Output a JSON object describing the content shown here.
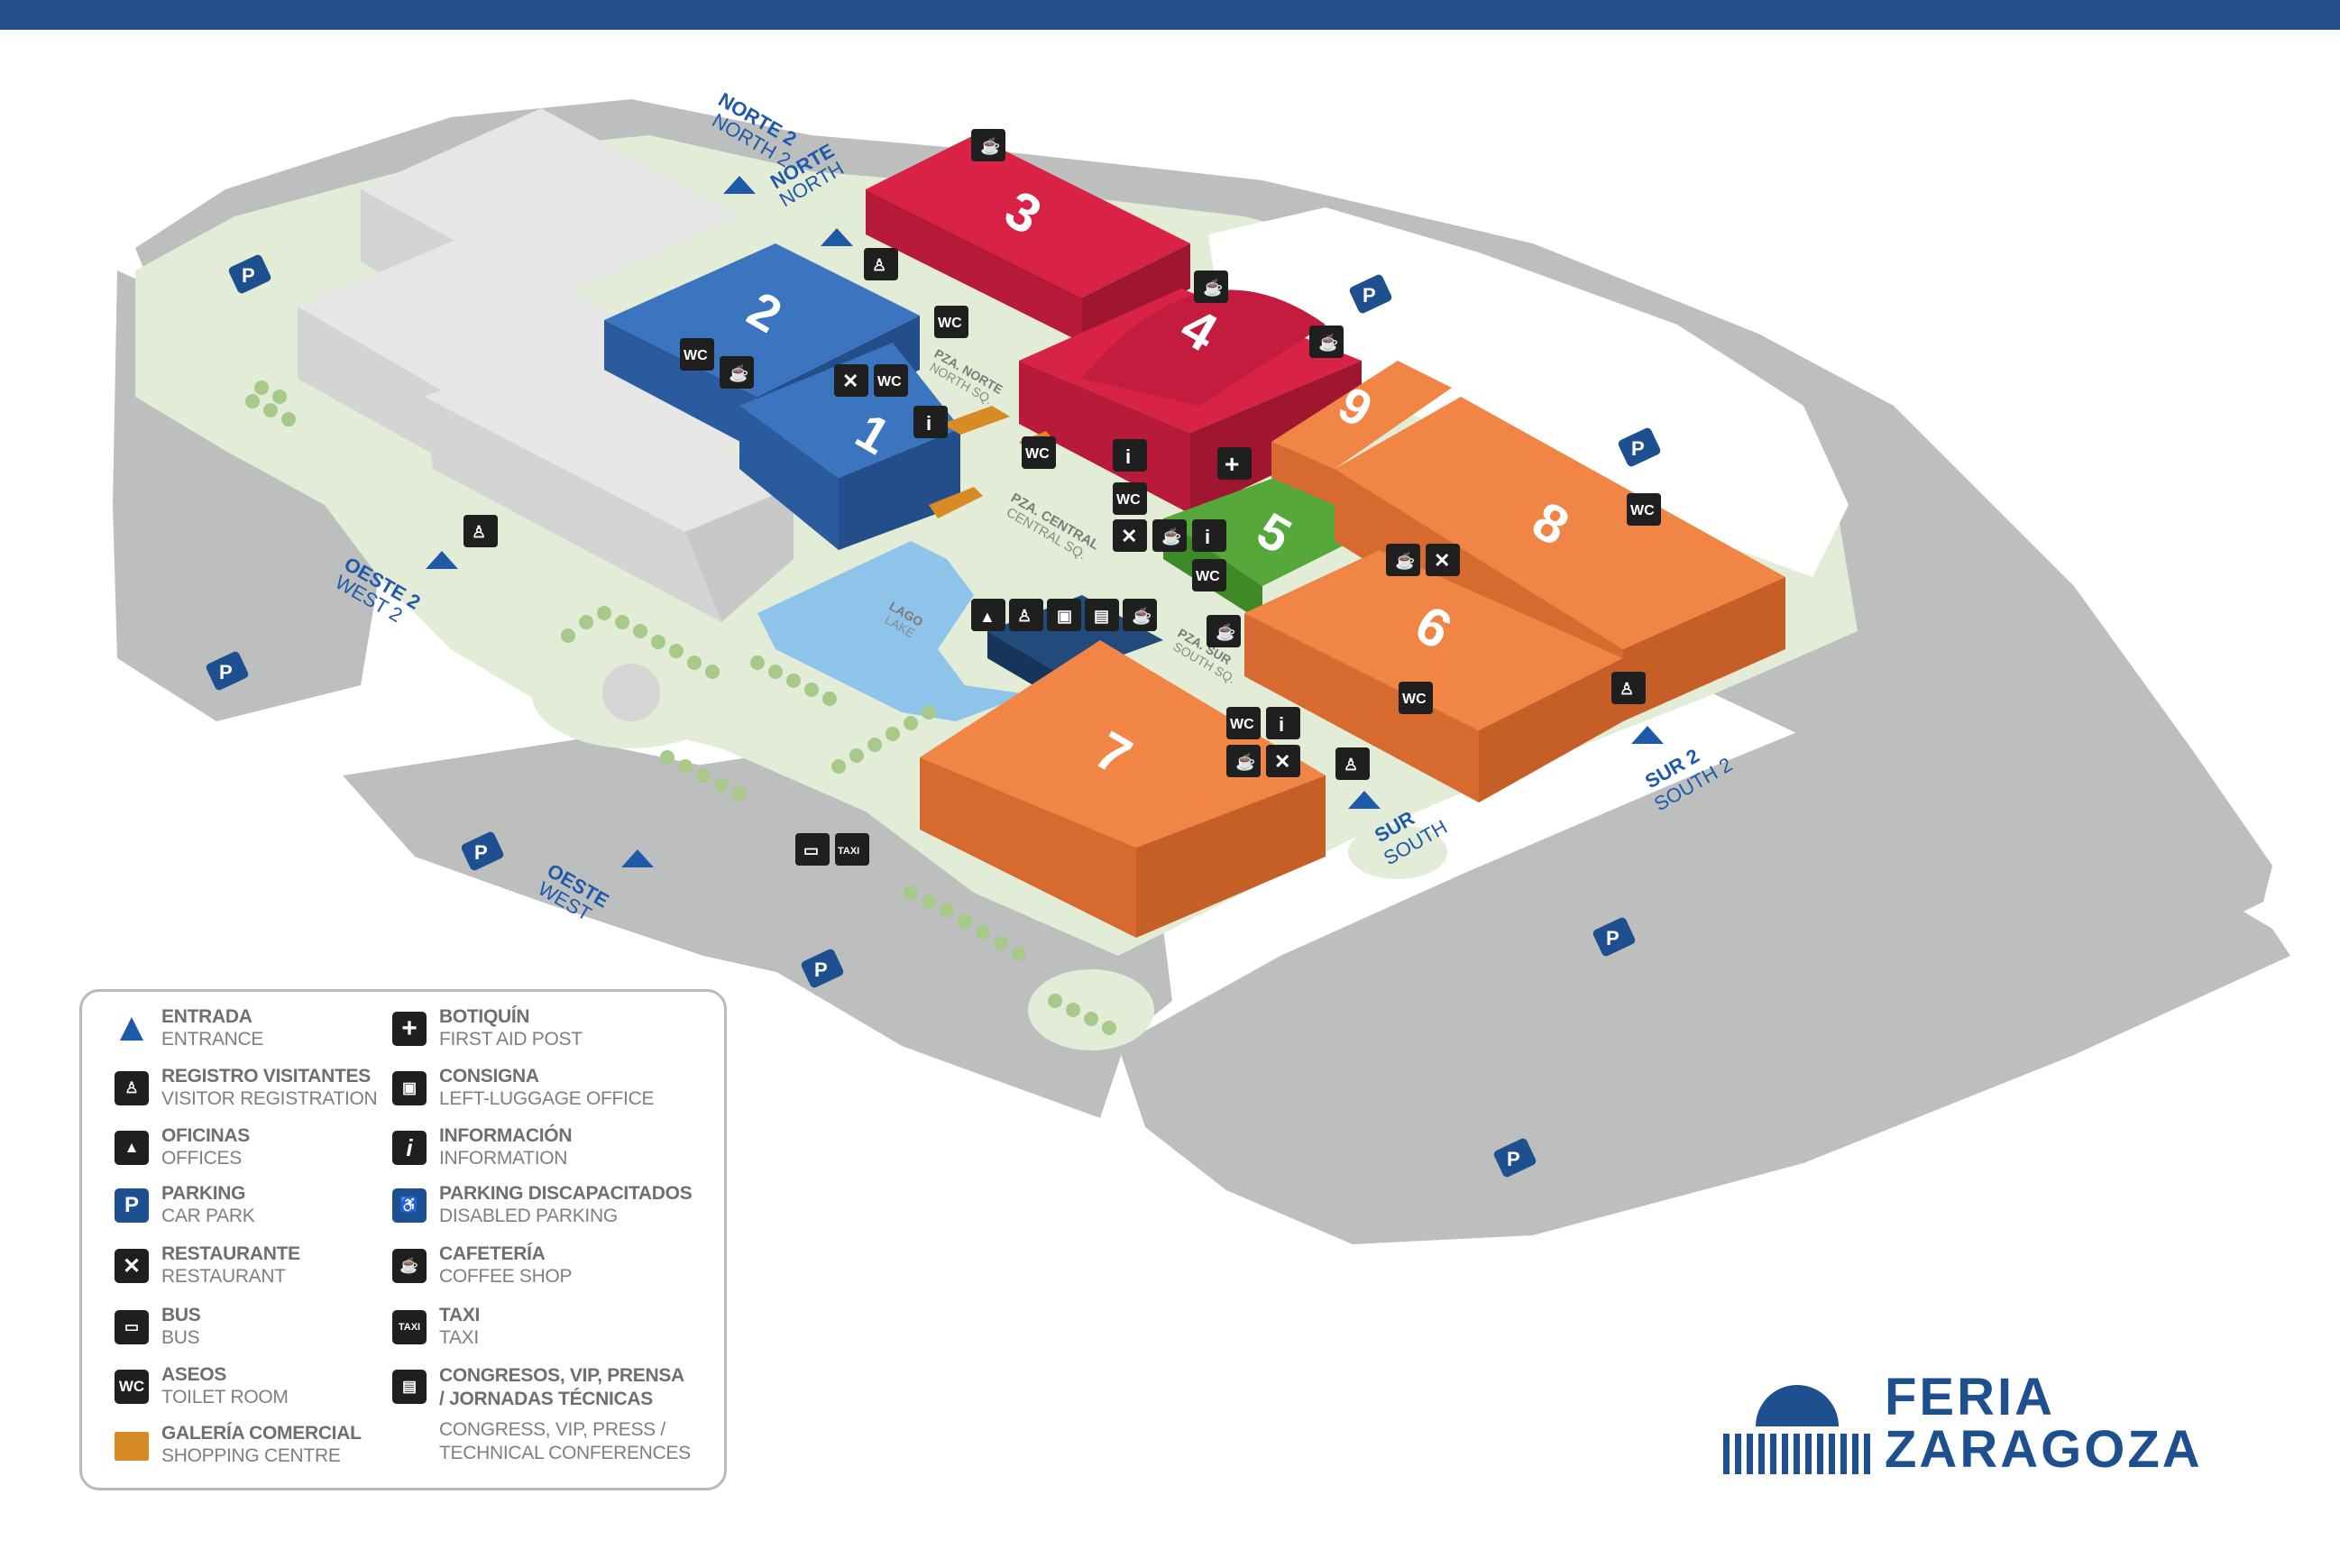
{
  "entrances": {
    "norte2": {
      "es": "NORTE 2",
      "en": "NORTH 2"
    },
    "norte": {
      "es": "NORTE",
      "en": "NORTH"
    },
    "oeste2": {
      "es": "OESTE 2",
      "en": "WEST 2"
    },
    "oeste": {
      "es": "OESTE",
      "en": "WEST"
    },
    "sur": {
      "es": "SUR",
      "en": "SOUTH"
    },
    "sur2": {
      "es": "SUR 2",
      "en": "SOUTH 2"
    }
  },
  "halls": [
    "1",
    "2",
    "3",
    "4",
    "5",
    "6",
    "7",
    "8",
    "9"
  ],
  "squares": {
    "norte": {
      "es": "PZA. NORTE",
      "en": "NORTH SQ."
    },
    "central": {
      "es": "PZA. CENTRAL",
      "en": "CENTRAL SQ."
    },
    "sur": {
      "es": "PZA. SUR",
      "en": "SOUTH SQ."
    },
    "lago": {
      "es": "LAGO",
      "en": "LAKE"
    }
  },
  "icon_labels": {
    "wc": "WC",
    "taxi": "TAXI",
    "info": "i",
    "parking": "P"
  },
  "colors": {
    "header": "#23508b",
    "hall_blue": "#2f66b0",
    "hall_red": "#cf1d3e",
    "hall_green": "#4f9d34",
    "hall_orange": "#ef7c3d",
    "hall_navy": "#1b3f6b",
    "shopping": "#d88a24",
    "lake": "#8ec4ea",
    "road": "#bdbfbe",
    "green_area": "#e2ecd6",
    "parking_badge": "#1e4f8f"
  },
  "legend": {
    "left": [
      {
        "icon": "entrance-triangle-icon",
        "es": "ENTRADA",
        "en": "ENTRANCE"
      },
      {
        "icon": "visitor-registration-icon",
        "es": "REGISTRO VISITANTES",
        "en": "VISITOR REGISTRATION"
      },
      {
        "icon": "offices-icon",
        "es": "OFICINAS",
        "en": "OFFICES"
      },
      {
        "icon": "parking-icon",
        "es": "PARKING",
        "en": "CAR PARK"
      },
      {
        "icon": "restaurant-icon",
        "es": "RESTAURANTE",
        "en": "RESTAURANT"
      },
      {
        "icon": "bus-icon",
        "es": "BUS",
        "en": "BUS"
      },
      {
        "icon": "toilet-icon",
        "es": "ASEOS",
        "en": "TOILET ROOM"
      },
      {
        "icon": "shopping-centre-swatch-icon",
        "es": "GALERÍA COMERCIAL",
        "en": "SHOPPING CENTRE"
      }
    ],
    "right": [
      {
        "icon": "first-aid-icon",
        "es": "BOTIQUÍN",
        "en": "FIRST AID POST"
      },
      {
        "icon": "left-luggage-icon",
        "es": "CONSIGNA",
        "en": "LEFT-LUGGAGE OFFICE"
      },
      {
        "icon": "information-icon",
        "es": "INFORMACIÓN",
        "en": "INFORMATION"
      },
      {
        "icon": "disabled-parking-icon",
        "es": "PARKING DISCAPACITADOS",
        "en": "DISABLED PARKING"
      },
      {
        "icon": "coffee-shop-icon",
        "es": "CAFETERÍA",
        "en": "COFFEE SHOP"
      },
      {
        "icon": "taxi-icon",
        "es": "TAXI",
        "en": "TAXI"
      },
      {
        "icon": "conferences-icon",
        "es": "CONGRESOS, VIP, PRENSA / JORNADAS TÉCNICAS",
        "en": "CONGRESS, VIP, PRESS / TECHNICAL CONFERENCES"
      }
    ],
    "icon_text": {
      "parking": "P",
      "wc": "WC",
      "taxi": "TAXI",
      "info": "i",
      "first_aid": "+",
      "restaurant": "✕"
    }
  },
  "logo": {
    "line1": "FERIA",
    "line2": "ZARAGOZA"
  }
}
